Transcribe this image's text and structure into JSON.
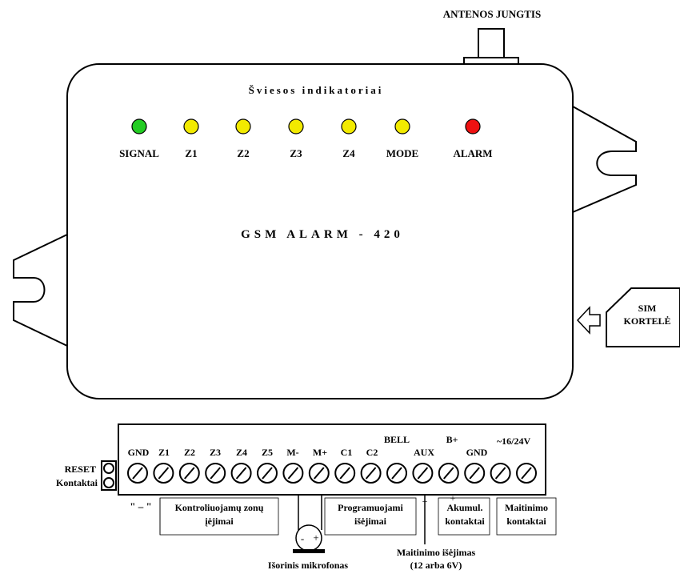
{
  "antenna_label": "ANTENOS JUNGTIS",
  "panel_title": "Šviesos indikatoriai",
  "device_name": "GSM ALARM - 420",
  "sim_label_line1": "SIM",
  "sim_label_line2": "KORTELĖ",
  "leds": [
    {
      "label": "SIGNAL",
      "color": "#22cc22"
    },
    {
      "label": "Z1",
      "color": "#f2ea00"
    },
    {
      "label": "Z2",
      "color": "#f2ea00"
    },
    {
      "label": "Z3",
      "color": "#f2ea00"
    },
    {
      "label": "Z4",
      "color": "#f2ea00"
    },
    {
      "label": "MODE",
      "color": "#f2ea00"
    },
    {
      "label": "ALARM",
      "color": "#ee1111"
    }
  ],
  "terminal_labels": {
    "gnd": "GND",
    "z1": "Z1",
    "z2": "Z2",
    "z3": "Z3",
    "z4": "Z4",
    "z5": "Z5",
    "m_minus": "M-",
    "m_plus": "M+",
    "c1": "C1",
    "c2": "C2",
    "bell": "BELL",
    "aux": "AUX",
    "b_plus": "B+",
    "gnd2": "GND",
    "power": "~16/24V"
  },
  "reset_label_line1": "RESET",
  "reset_label_line2": "Kontaktai",
  "minus_marker": "\" – \"",
  "zones_label_line1": "Kontroliuojamų zonų",
  "zones_label_line2": "įėjimai",
  "outputs_label_line1": "Programuojami",
  "outputs_label_line2": "išėjimai",
  "battery_label_line1": "Akumul.",
  "battery_label_line2": "kontaktai",
  "supply_label_line1": "Maitinimo",
  "supply_label_line2": "kontaktai",
  "aux_out_label_line1": "Maitinimo išėjimas",
  "aux_out_label_line2": "(12 arba 6V)",
  "mic_label": "Išorinis mikrofonas",
  "plus_sign": "+",
  "minus_sign": "-"
}
